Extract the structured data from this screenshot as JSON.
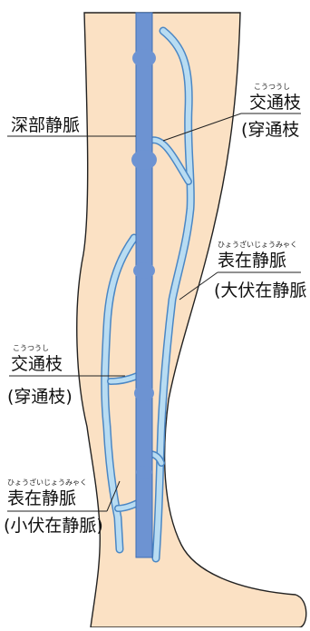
{
  "labels": {
    "deep_vein": "深部静脈",
    "perforator_top_ruby": "こうつうし",
    "perforator_top": "交通枝",
    "perforator_top_alt": "(穿通枝",
    "superficial_top_ruby": "ひょうざいじょうみゃく",
    "superficial_top": "表在静脈",
    "superficial_top_alt": "(大伏在静脈",
    "perforator_bottom_ruby": "こうつうし",
    "perforator_bottom": "交通枝",
    "perforator_bottom_alt": "(穿通枝)",
    "superficial_bottom_ruby": "ひょうざいじょうみゃく",
    "superficial_bottom": "表在静脈",
    "superficial_bottom_alt": "(小伏在静脈)"
  },
  "colors": {
    "skin": "#fbe1c4",
    "skin_outline": "#222222",
    "deep_vein": "#6d93d2",
    "superficial_vein": "#b8dcf2",
    "superficial_outline": "#4b87c4",
    "leader_line": "#222222"
  }
}
